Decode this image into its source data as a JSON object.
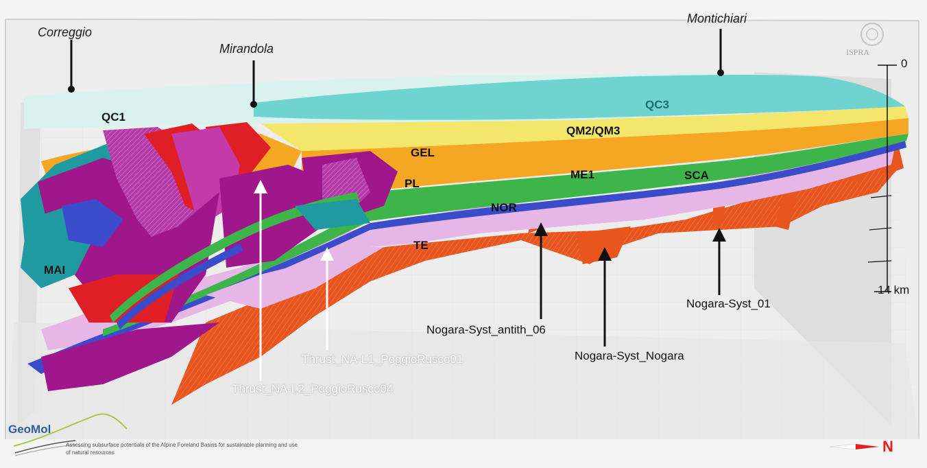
{
  "locations": {
    "correggio": "Correggio",
    "mirandola": "Mirandola",
    "montichiari": "Montichiari"
  },
  "units": {
    "qc1": "QC1",
    "qc3": "QC3",
    "qm2qm3": "QM2/QM3",
    "gel": "GEL",
    "pl": "PL",
    "me1": "ME1",
    "sca": "SCA",
    "nor": "NOR",
    "te": "TE",
    "mai": "MAI"
  },
  "faults": {
    "thrust_l1": "Thrust_NA-L1_PoggioRusco01",
    "thrust_l2": "Thrust_NA-L2_PoggioRusco04",
    "nogara_antith": "Nogara-Syst_antith_06",
    "nogara_nogara": "Nogara-Syst_Nogara",
    "nogara_01": "Nogara-Syst_01"
  },
  "depth_scale": {
    "top": "0",
    "bottom": "14 km"
  },
  "logos": {
    "geomol_name": "GeoMol",
    "geomol_tagline": "Assessing subsurface potentials of the Alpine Foreland Basins for sustainable planning and use of natural resources",
    "ispra": "ISPRA"
  },
  "north_arrow": {
    "label": "N",
    "color": "#e42020"
  },
  "colors": {
    "qc_light": "#d9f2ee",
    "qc3": "#6fd3cf",
    "qm": "#f3e66a",
    "gel": "#f5a623",
    "pl_green": "#3db54a",
    "nor_blue": "#3a4cc9",
    "pink": "#e5b6e6",
    "te_orange": "#e8551f",
    "magenta": "#a0178c",
    "red": "#e01e26",
    "teal": "#1f9aa0"
  }
}
